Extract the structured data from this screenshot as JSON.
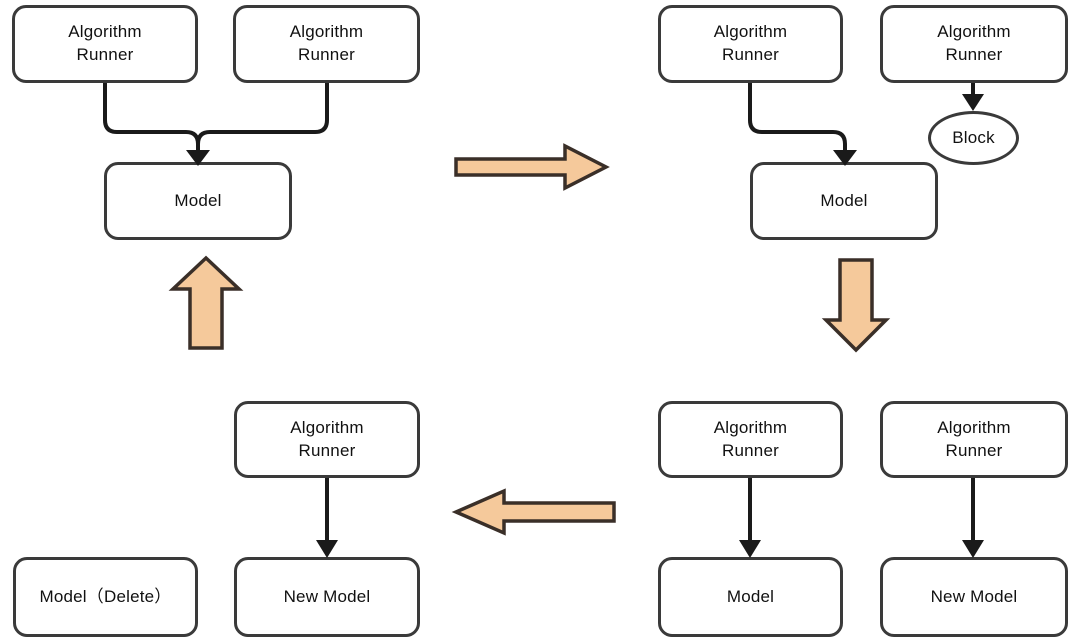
{
  "diagram": {
    "title": "Algorithm Runner model lifecycle flow",
    "colors": {
      "node_border": "#3a3a3a",
      "node_fill": "#ffffff",
      "connector": "#1a1a1a",
      "block_arrow_fill": "#f5c99b",
      "block_arrow_stroke": "#3a2f28",
      "text": "#111111",
      "background": "#ffffff"
    },
    "panels": [
      {
        "id": "top-left",
        "name": "stage-1-two-runners-one-model",
        "nodes": [
          {
            "id": "tl-runner-1",
            "label": "Algorithm\nRunner",
            "shape": "rounded-rect"
          },
          {
            "id": "tl-runner-2",
            "label": "Algorithm\nRunner",
            "shape": "rounded-rect"
          },
          {
            "id": "tl-model",
            "label": "Model",
            "shape": "rounded-rect"
          }
        ],
        "connectors": [
          {
            "from": "tl-runner-1",
            "to": "tl-model",
            "style": "elbow-merge-arrow"
          },
          {
            "from": "tl-runner-2",
            "to": "tl-model",
            "style": "elbow-merge-arrow"
          }
        ]
      },
      {
        "id": "top-right",
        "name": "stage-2-runner-blocked",
        "nodes": [
          {
            "id": "tr-runner-1",
            "label": "Algorithm\nRunner",
            "shape": "rounded-rect"
          },
          {
            "id": "tr-runner-2",
            "label": "Algorithm\nRunner",
            "shape": "rounded-rect"
          },
          {
            "id": "tr-block",
            "label": "Block",
            "shape": "ellipse"
          },
          {
            "id": "tr-model",
            "label": "Model",
            "shape": "rounded-rect"
          }
        ],
        "connectors": [
          {
            "from": "tr-runner-1",
            "to": "tr-model",
            "style": "elbow-arrow"
          },
          {
            "from": "tr-runner-2",
            "to": "tr-block",
            "style": "straight-arrow"
          }
        ]
      },
      {
        "id": "bottom-right",
        "name": "stage-3-two-runners-two-models",
        "nodes": [
          {
            "id": "br-runner-1",
            "label": "Algorithm\nRunner",
            "shape": "rounded-rect"
          },
          {
            "id": "br-runner-2",
            "label": "Algorithm\nRunner",
            "shape": "rounded-rect"
          },
          {
            "id": "br-model",
            "label": "Model",
            "shape": "rounded-rect"
          },
          {
            "id": "br-new-model",
            "label": "New Model",
            "shape": "rounded-rect"
          }
        ],
        "connectors": [
          {
            "from": "br-runner-1",
            "to": "br-model",
            "style": "straight-arrow"
          },
          {
            "from": "br-runner-2",
            "to": "br-new-model",
            "style": "straight-arrow"
          }
        ]
      },
      {
        "id": "bottom-left",
        "name": "stage-4-old-model-deleted",
        "nodes": [
          {
            "id": "bl-model-delete",
            "label": "Model（Delete）",
            "shape": "rounded-rect"
          },
          {
            "id": "bl-runner",
            "label": "Algorithm\nRunner",
            "shape": "rounded-rect"
          },
          {
            "id": "bl-new-model",
            "label": "New Model",
            "shape": "rounded-rect"
          }
        ],
        "connectors": [
          {
            "from": "bl-runner",
            "to": "bl-new-model",
            "style": "straight-arrow"
          }
        ]
      }
    ],
    "flow_arrows": [
      {
        "id": "flow-1",
        "name": "flow-arrow-right",
        "direction": "right",
        "from_panel": "top-left",
        "to_panel": "top-right"
      },
      {
        "id": "flow-2",
        "name": "flow-arrow-down",
        "direction": "down",
        "from_panel": "top-right",
        "to_panel": "bottom-right"
      },
      {
        "id": "flow-3",
        "name": "flow-arrow-left",
        "direction": "left",
        "from_panel": "bottom-right",
        "to_panel": "bottom-left"
      },
      {
        "id": "flow-4",
        "name": "flow-arrow-up",
        "direction": "up",
        "from_panel": "bottom-left",
        "to_panel": "top-left"
      }
    ],
    "labels": {
      "algorithm_runner": "Algorithm\nRunner",
      "model": "Model",
      "new_model": "New Model",
      "block": "Block",
      "model_delete": "Model（Delete）"
    }
  }
}
